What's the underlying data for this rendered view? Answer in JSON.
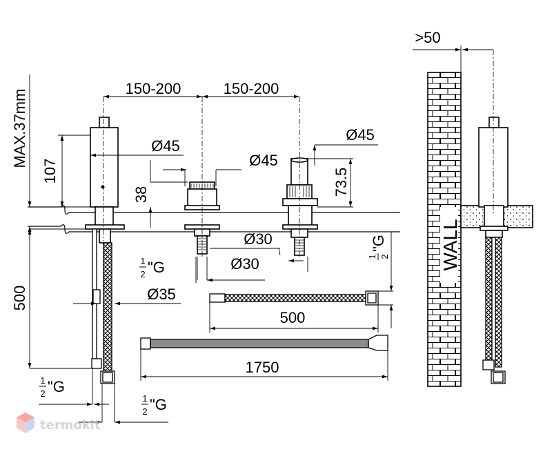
{
  "dims": {
    "span_left": "150-200",
    "span_right": "150-200",
    "dia45_a": "Ø45",
    "dia45_b": "Ø45",
    "dia45_c": "Ø45",
    "dia30_a": "Ø30",
    "dia30_b": "Ø30",
    "dia35": "Ø35",
    "h107": "107",
    "h38": "38",
    "h73_5": "73.5",
    "max_deck": "MAX.37mm",
    "len500_left": "500",
    "hose500": "500",
    "hose1750": "1750",
    "wall_offset": ">50"
  },
  "thread": {
    "num": "1",
    "den": "2",
    "suffix": "\"G"
  },
  "wall": {
    "label": "WALL"
  },
  "watermark": {
    "text": "termokit"
  }
}
